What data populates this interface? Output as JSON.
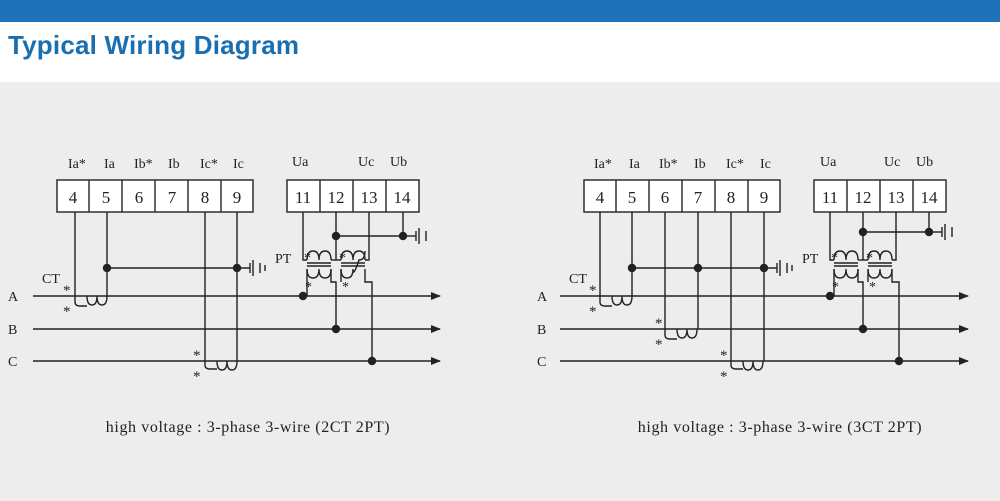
{
  "header": {
    "title": "Typical Wiring Diagram"
  },
  "diagrams": [
    {
      "current_labels": [
        "Ia*",
        "Ia",
        "Ib*",
        "Ib",
        "Ic*",
        "Ic"
      ],
      "voltage_labels": [
        "Ua",
        "Uc",
        "Ub"
      ],
      "current_terminals": [
        "4",
        "5",
        "6",
        "7",
        "8",
        "9"
      ],
      "voltage_terminals": [
        "11",
        "12",
        "13",
        "14"
      ],
      "ct_label": "CT",
      "pt_label": "PT",
      "phases": [
        "A",
        "B",
        "C"
      ],
      "caption": "high voltage : 3-phase 3-wire (2CT  2PT)"
    },
    {
      "current_labels": [
        "Ia*",
        "Ia",
        "Ib*",
        "Ib",
        "Ic*",
        "Ic"
      ],
      "voltage_labels": [
        "Ua",
        "Uc",
        "Ub"
      ],
      "current_terminals": [
        "4",
        "5",
        "6",
        "7",
        "8",
        "9"
      ],
      "voltage_terminals": [
        "11",
        "12",
        "13",
        "14"
      ],
      "ct_label": "CT",
      "pt_label": "PT",
      "phases": [
        "A",
        "B",
        "C"
      ],
      "caption": "high voltage : 3-phase 3-wire (3CT  2PT)"
    }
  ],
  "colors": {
    "header_bar": "#1f72b8",
    "title": "#1a6fb0",
    "panel": "#ededed",
    "ink": "#222222"
  }
}
